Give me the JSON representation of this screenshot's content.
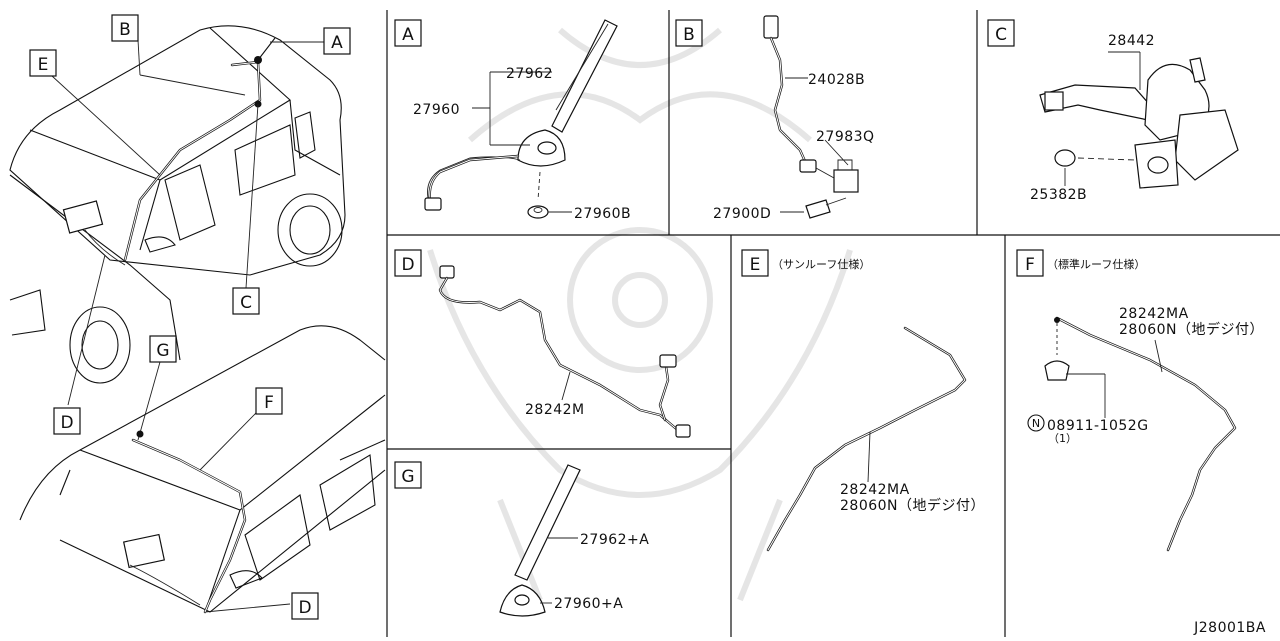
{
  "diagram_code": "J28001BA",
  "overview": {
    "callouts": [
      "A",
      "B",
      "E",
      "C",
      "D",
      "G",
      "F",
      "D"
    ]
  },
  "panels": {
    "A": {
      "letter": "A",
      "parts": [
        "27962",
        "27960",
        "27960B"
      ]
    },
    "B": {
      "letter": "B",
      "parts": [
        "24028B",
        "27983Q",
        "27900D"
      ]
    },
    "C": {
      "letter": "C",
      "parts": [
        "28442",
        "25382B"
      ]
    },
    "D": {
      "letter": "D",
      "parts": [
        "28242M"
      ]
    },
    "E": {
      "letter": "E",
      "spec": "（サンルーフ仕様）",
      "parts": [
        "28242MA",
        "28060N（地デジ付）"
      ]
    },
    "F": {
      "letter": "F",
      "spec": "（標準ルーフ仕様）",
      "parts": [
        "28242MA",
        "28060N（地デジ付）",
        "08911-1052G",
        "（1）"
      ],
      "nut_symbol": "N"
    },
    "G": {
      "letter": "G",
      "parts": [
        "27962+A",
        "27960+A"
      ]
    }
  }
}
